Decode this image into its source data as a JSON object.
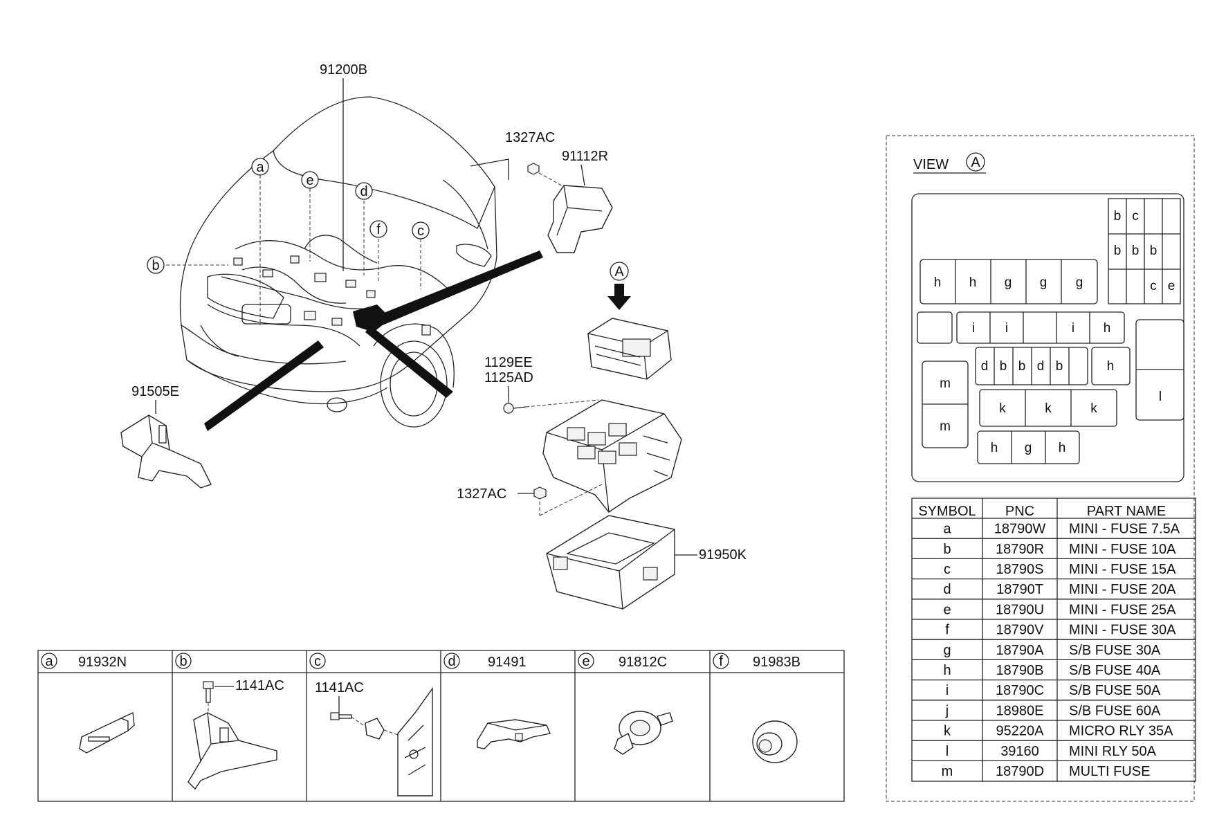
{
  "main_callouts": {
    "harness": "91200B",
    "fuse_box_bracket": "91112R",
    "bolt_top": "1327AC",
    "bracket_left": "91505E",
    "bolt_pair_1": "1129EE",
    "bolt_pair_2": "1125AD",
    "nut_lower": "1327AC",
    "lower_cover": "91950K",
    "view_marker": "A"
  },
  "harness_points": [
    "a",
    "b",
    "c",
    "d",
    "e",
    "f"
  ],
  "detail_panels": [
    {
      "symbol": "a",
      "pnc": "91932N",
      "sub": ""
    },
    {
      "symbol": "b",
      "pnc": "",
      "sub": "1141AC"
    },
    {
      "symbol": "c",
      "pnc": "",
      "sub": "1141AC"
    },
    {
      "symbol": "d",
      "pnc": "91491",
      "sub": ""
    },
    {
      "symbol": "e",
      "pnc": "91812C",
      "sub": ""
    },
    {
      "symbol": "f",
      "pnc": "91983B",
      "sub": ""
    }
  ],
  "view": {
    "title": "VIEW",
    "marker": "A",
    "top_grid": [
      "b",
      "c",
      "",
      "",
      "b",
      "b",
      "b",
      "",
      "",
      "",
      "c",
      "e"
    ],
    "row1": [
      "h",
      "h",
      "g",
      "g",
      "g"
    ],
    "row2": [
      "",
      "i",
      "i",
      "",
      "i",
      "h"
    ],
    "row3": [
      "d",
      "b",
      "b",
      "d",
      "b",
      "",
      "h"
    ],
    "row4": [
      "k",
      "k",
      "k"
    ],
    "row5": [
      "h",
      "g",
      "h"
    ],
    "left_stack": [
      "m",
      "m"
    ],
    "right_box": "l"
  },
  "parts_table": {
    "headers": [
      "SYMBOL",
      "PNC",
      "PART NAME"
    ],
    "rows": [
      [
        "a",
        "18790W",
        "MINI - FUSE 7.5A"
      ],
      [
        "b",
        "18790R",
        "MINI - FUSE 10A"
      ],
      [
        "c",
        "18790S",
        "MINI - FUSE 15A"
      ],
      [
        "d",
        "18790T",
        "MINI - FUSE 20A"
      ],
      [
        "e",
        "18790U",
        "MINI - FUSE 25A"
      ],
      [
        "f",
        "18790V",
        "MINI - FUSE 30A"
      ],
      [
        "g",
        "18790A",
        "S/B FUSE 30A"
      ],
      [
        "h",
        "18790B",
        "S/B FUSE 40A"
      ],
      [
        "i",
        "18790C",
        "S/B FUSE 50A"
      ],
      [
        "j",
        "18980E",
        "S/B FUSE 60A"
      ],
      [
        "k",
        "95220A",
        "MICRO RLY 35A"
      ],
      [
        "l",
        "39160",
        "MINI RLY 50A"
      ],
      [
        "m",
        "18790D",
        "MULTI FUSE"
      ]
    ]
  }
}
